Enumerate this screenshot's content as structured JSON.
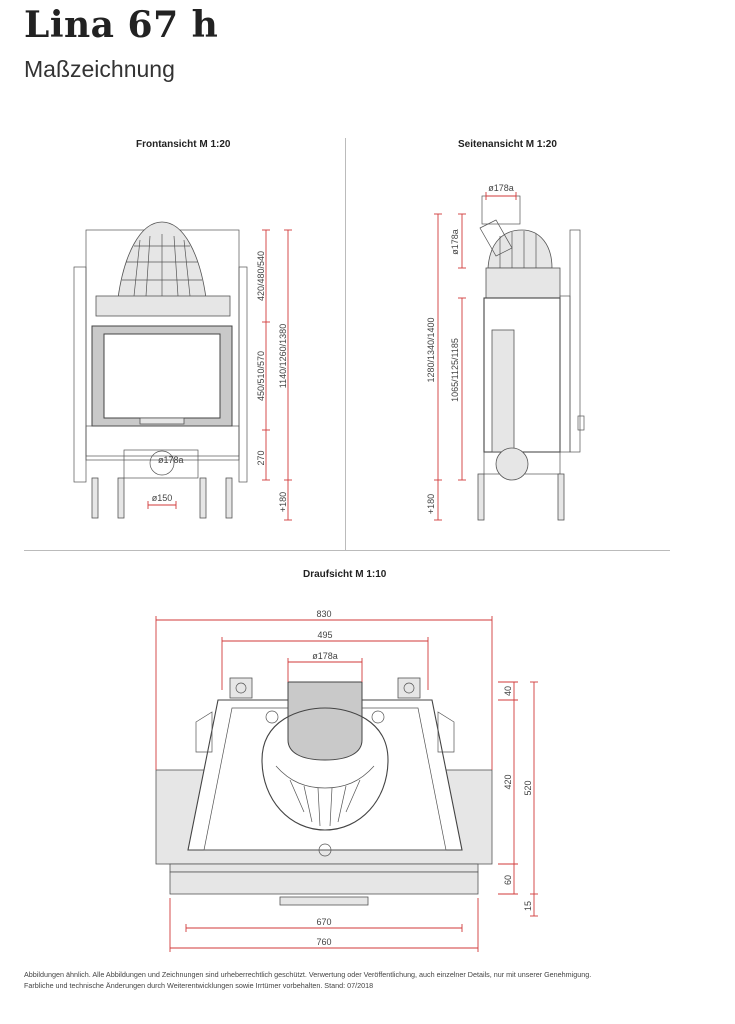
{
  "header": {
    "title": "Lina 67 h",
    "subtitle": "Maßzeichnung"
  },
  "views": {
    "front": {
      "label": "Frontansicht M 1:20",
      "dims": {
        "top_height": "420/480/540",
        "door_height": "450/510/570",
        "total_height": "1140/1260/1380",
        "base_height": "270",
        "leg_height": "+180",
        "flue_diameter": "ø178a",
        "bottom_diameter": "ø150"
      }
    },
    "side": {
      "label": "Seitenansicht M 1:20",
      "dims": {
        "flue_diameter_top": "ø178a",
        "flue_diameter_side": "ø178a",
        "total_height": "1280/1340/1400",
        "inner_height": "1065/1125/1185",
        "leg_height": "+180"
      }
    },
    "top": {
      "label": "Draufsicht M 1:10",
      "dims": {
        "total_width": "830",
        "inner_width": "495",
        "flue_diameter": "ø178a",
        "depth_40": "40",
        "depth_420": "420",
        "depth_520": "520",
        "depth_60": "60",
        "depth_15": "15",
        "width_670": "670",
        "width_760": "760"
      }
    }
  },
  "footer": {
    "line1": "Abbildungen ähnlich. Alle Abbildungen und Zeichnungen sind urheberrechtlich geschützt. Verwertung oder Veröffentlichung, auch einzelner Details, nur mit unserer Genehmigung.",
    "line2": "Farbliche und technische Änderungen durch Weiterentwicklungen sowie Irrtümer vorbehalten. Stand: 07/2018"
  },
  "colors": {
    "dimension": "#d23a3a",
    "outline": "#444444",
    "fill": "#c9c9c9"
  }
}
